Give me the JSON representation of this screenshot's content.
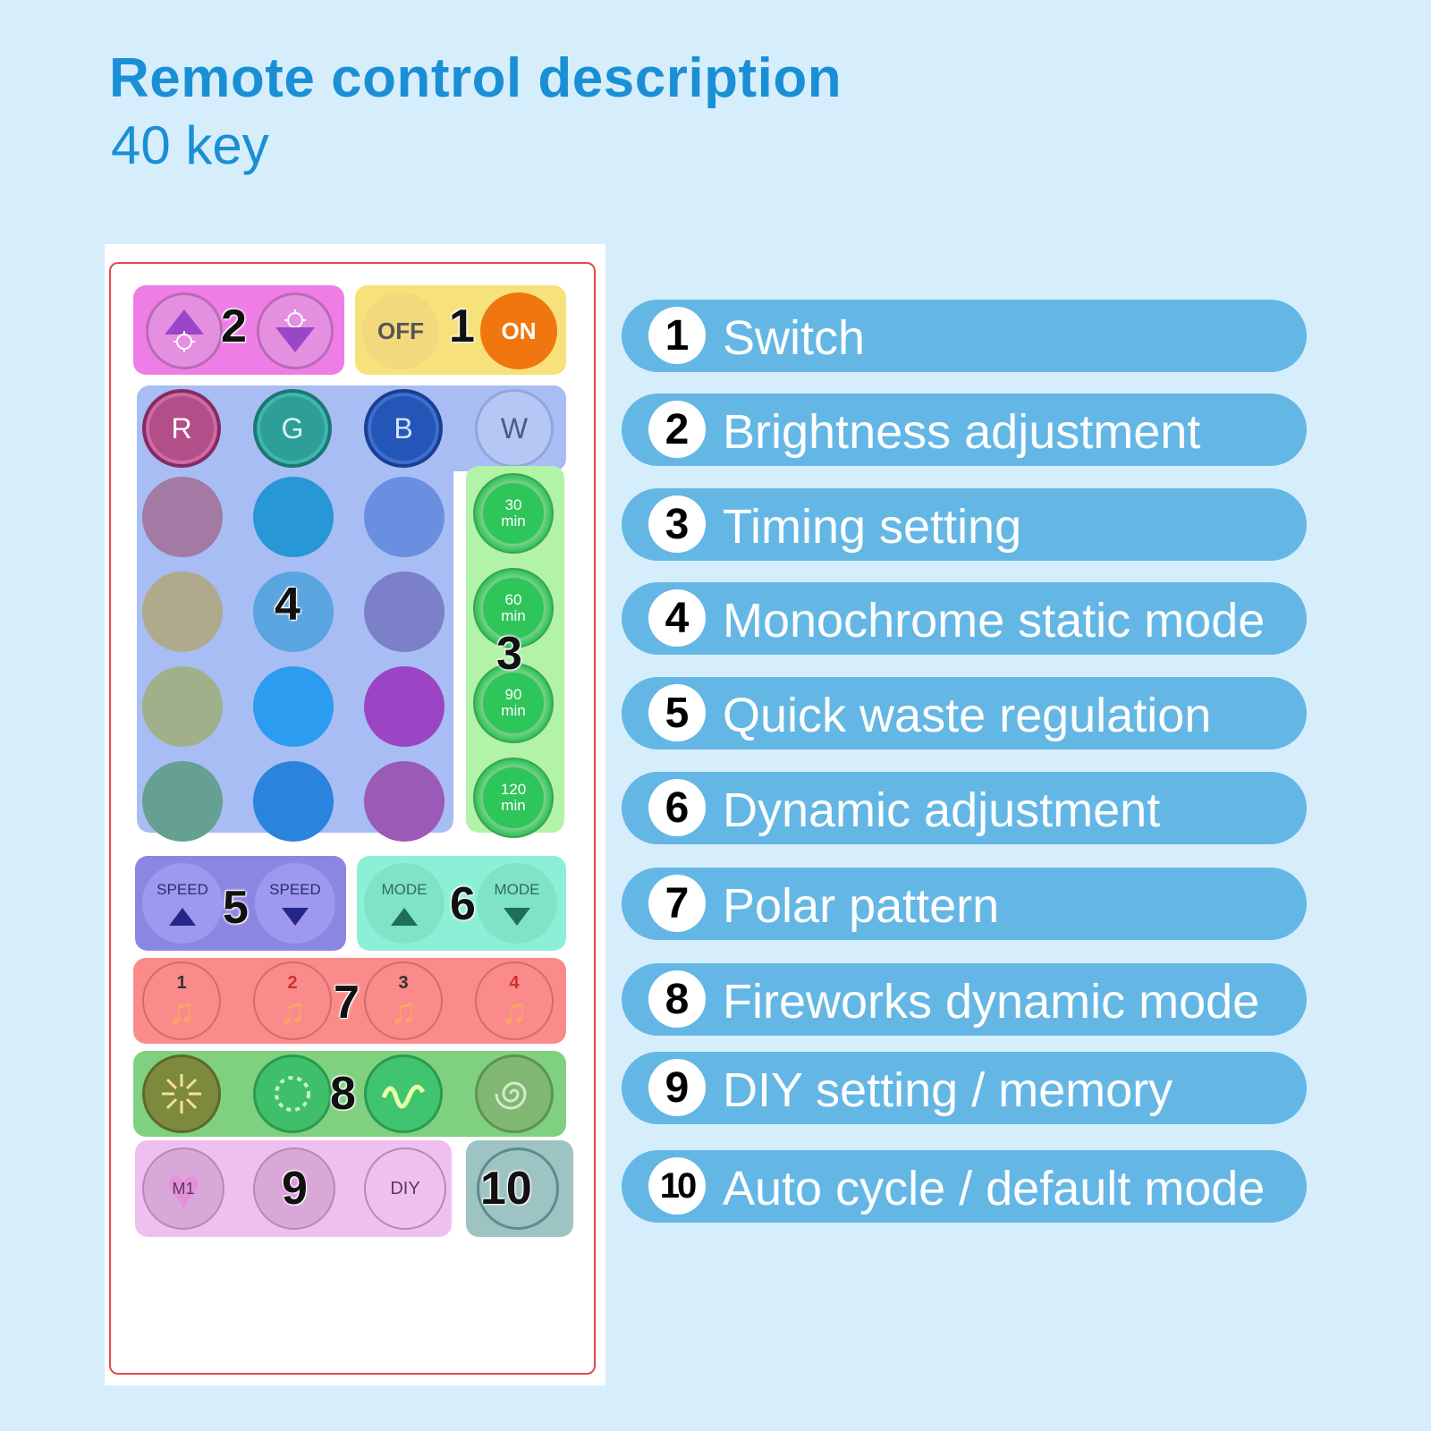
{
  "header": {
    "title": "Remote control description",
    "subtitle": "40 key"
  },
  "remote": {
    "switch": {
      "off_label": "OFF",
      "on_label": "ON"
    },
    "color_keys": [
      "R",
      "G",
      "B",
      "W"
    ],
    "timers": [
      {
        "value": "30",
        "unit": "min"
      },
      {
        "value": "60",
        "unit": "min"
      },
      {
        "value": "90",
        "unit": "min"
      },
      {
        "value": "120",
        "unit": "min"
      }
    ],
    "speed_label": "SPEED",
    "mode_label": "MODE",
    "music_keys": [
      "1",
      "2",
      "3",
      "4"
    ],
    "memory_label": "M1",
    "diy_label": "DIY",
    "zone_numbers": [
      "1",
      "2",
      "3",
      "4",
      "5",
      "6",
      "7",
      "8",
      "9",
      "10"
    ],
    "static_colors": [
      "#a27aa3",
      "#2797d6",
      "#6a8fe1",
      "#b0aa8c",
      "#5aa4df",
      "#7b80c9",
      "#9fb08a",
      "#2b9cf0",
      "#9b45c4",
      "#65a092",
      "#2a83dc",
      "#9b5ab5"
    ]
  },
  "legend": [
    {
      "num": "1",
      "text": "Switch"
    },
    {
      "num": "2",
      "text": "Brightness adjustment"
    },
    {
      "num": "3",
      "text": "Timing setting"
    },
    {
      "num": "4",
      "text": "Monochrome static mode"
    },
    {
      "num": "5",
      "text": "Quick waste regulation"
    },
    {
      "num": "6",
      "text": "Dynamic adjustment"
    },
    {
      "num": "7",
      "text": "Polar pattern"
    },
    {
      "num": "8",
      "text": "Fireworks dynamic mode"
    },
    {
      "num": "9",
      "text": "DIY setting / memory"
    },
    {
      "num": "10",
      "text": "Auto cycle / default mode"
    }
  ]
}
